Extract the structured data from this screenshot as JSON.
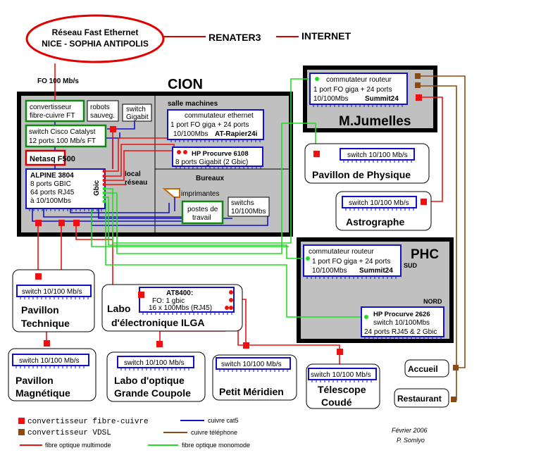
{
  "network": {
    "name_line1": "Réseau Fast Ethernet",
    "name_line2": "NICE - SOPHIA ANTIPOLIS",
    "renater": "RENATER3",
    "internet": "INTERNET",
    "fo_link": "FO 100 Mb/s"
  },
  "cion": {
    "title": "CION",
    "convertisseur_l1": "convertisseur",
    "convertisseur_l2": "fibre-cuivre FT",
    "robots_l1": "robots",
    "robots_l2": "sauveg.",
    "switch_gigabit_l1": "switch",
    "switch_gigabit_l2": "Gigabit",
    "cisco_l1": "switch Cisco Catalyst",
    "cisco_l2": "12 ports 100 Mb/s FT",
    "netasq": "Netasq F500",
    "alpine_l1": "ALPINE 3804",
    "alpine_l2": "8 ports GBIC",
    "alpine_l3": "64 ports RJ45",
    "alpine_l4": "à 10/100Mbs",
    "gbic": "Gbic",
    "local": "local",
    "reseau": "réseau",
    "salle_machines": "salle machines",
    "allied_l1": "commutateur ethernet",
    "allied_l2": "1 port FO giga + 24 ports",
    "allied_l3a": "10/100Mbs",
    "allied_l3b": "AT-Rapier24i",
    "hp6108_l1": "HP Procurve 6108",
    "hp6108_l2": "8 ports Gigabit  (2 Gbic)",
    "bureaux": "Bureaux",
    "imprimantes": "imprimantes",
    "postes_l1": "postes de",
    "postes_l2": "travail",
    "switchs_l1": "switchs",
    "switchs_l2": "10/100Mbs"
  },
  "mjumelles": {
    "title": "M.Jumelles",
    "l1": "commutateur  routeur",
    "l2": "1 port FO giga + 24 ports",
    "l3a": "10/100Mbs",
    "l3b": "Summit24"
  },
  "phc": {
    "title": "PHC",
    "l1": "commutateur  routeur",
    "l2": "1 port FO giga + 24 ports",
    "l3a": "10/100Mbs",
    "l3b": "Summit24",
    "sud": "SUD",
    "nord": "NORD",
    "hp_l1": "HP Procurve 2626",
    "hp_l2": "switch 10/100Mbs",
    "hp_l3": "24 ports RJ45 & 2 Gbic"
  },
  "sites": {
    "switch_label": "switch 10/100 Mb/s",
    "physique": "Pavillon de Physique",
    "astrographe": "Astrographe",
    "technique_l1": "Pavillon",
    "technique_l2": "Technique",
    "magnetique_l1": "Pavillon",
    "magnetique_l2": "Magnétique",
    "ilga_at": "AT8400:",
    "ilga_fo": "FO: 1 gbic",
    "ilga_ports": "16 x 100Mbs (RJ45)",
    "ilga_labo": "Labo",
    "ilga_name": "d'électronique  ILGA",
    "optique_l1": "Labo d'optique",
    "optique_l2": "Grande Coupole",
    "meridien": "Petit Méridien",
    "telescope_l1": "Télescope",
    "telescope_l2": "Coudé",
    "accueil": "Accueil",
    "restaurant": "Restaurant"
  },
  "legend": {
    "conv_fc": "convertisseur fibre-cuivre",
    "conv_vdsl": "convertisseur VDSL",
    "multimode": "fibre optique multimode",
    "cat5": "cuivre cat5",
    "telephone": "cuivre téléphone",
    "monomode": "fibre optique monomode"
  },
  "footer": {
    "date": "Février 2006",
    "author": "P. Somlyo"
  },
  "colors": {
    "red": "#ee1111",
    "green": "#22dd22",
    "blue": "#1111cc",
    "brown": "#8b4a12",
    "darkred": "#cc0000",
    "panel": "#c0c0c0",
    "frame": "#111111"
  }
}
